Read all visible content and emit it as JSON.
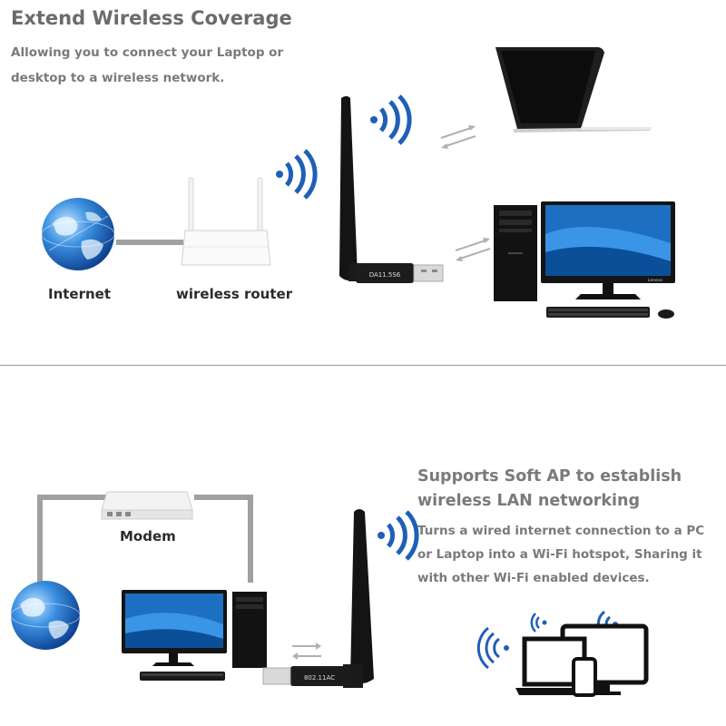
{
  "top": {
    "title": "Extend Wireless Coverage",
    "subtitle": "Allowing you to connect your Laptop or desktop to a wireless network.",
    "internet_label": "Internet",
    "router_label": "wireless router",
    "adapter_text": "DA11.5S6",
    "monitor_brand": "Lenovo"
  },
  "bottom": {
    "title": "Supports Soft AP to establish wireless LAN networking",
    "description": "Turns a wired internet connection to a PC or Laptop into a Wi-Fi hotspot, Sharing it with other Wi-Fi enabled devices.",
    "modem_label": "Modem",
    "adapter_text": "802.11AC"
  },
  "colors": {
    "wifi_blue": "#1f5fb8",
    "heading_gray": "#6b6b6b",
    "line_gray": "#9a9a9a"
  }
}
